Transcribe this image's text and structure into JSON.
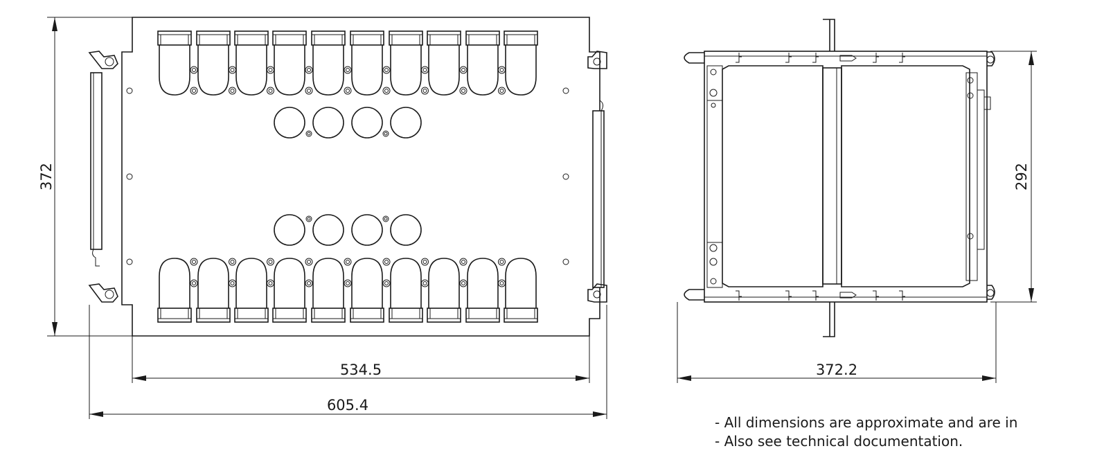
{
  "dimensions": {
    "front_height": "372",
    "front_inner_width": "534.5",
    "front_outer_width": "605.4",
    "side_height": "292",
    "side_width": "372.2"
  },
  "notes": [
    "- All dimensions are approximate and are in",
    "- Also see technical documentation."
  ]
}
